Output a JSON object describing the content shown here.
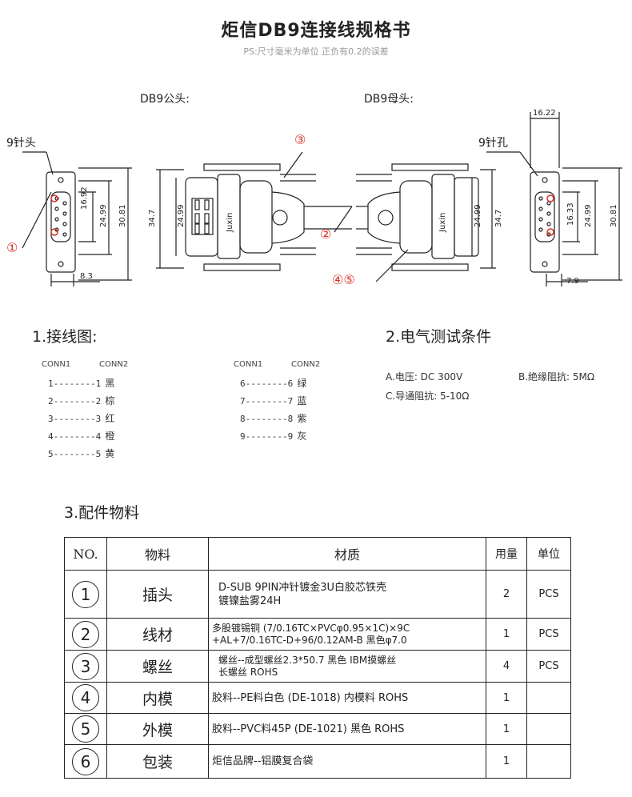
{
  "title": "炬信DB9连接线规格书",
  "subtitle": "PS:尺寸毫米为单位 正负有0.2的误差",
  "drawing": {
    "male_label": "DB9公头:",
    "female_label": "DB9母头:",
    "pin_label_left": "9针头",
    "pin_label_right": "9针孔",
    "brand_text": "Juxin",
    "dims_left": {
      "d1": "16.92",
      "d2": "24.99",
      "d3": "30.81",
      "d4": "8.3"
    },
    "dims_mid_left": {
      "d1": "34.7",
      "d2": "24.99"
    },
    "dims_mid_right": {
      "d1": "24.99",
      "d2": "34.7"
    },
    "dims_right": {
      "top": "16.22",
      "d1": "16.33",
      "d2": "24.99",
      "d3": "30.81",
      "d4": "7.9"
    },
    "callouts": {
      "c1": "①",
      "c2": "②",
      "c3": "③",
      "c45": "④⑤"
    }
  },
  "wiring": {
    "title": "1.接线图:",
    "conn1": "CONN1",
    "conn2": "CONN2",
    "left": [
      {
        "text": "1--------1",
        "color": "黑"
      },
      {
        "text": "2--------2",
        "color": "棕"
      },
      {
        "text": "3--------3",
        "color": "红"
      },
      {
        "text": "4--------4",
        "color": "橙"
      },
      {
        "text": "5--------5",
        "color": "黄"
      }
    ],
    "right": [
      {
        "text": "6--------6",
        "color": "绿"
      },
      {
        "text": "7--------7",
        "color": "蓝"
      },
      {
        "text": "8--------8",
        "color": "紫"
      },
      {
        "text": "9--------9",
        "color": "灰"
      }
    ]
  },
  "electrical": {
    "title": "2.电气测试条件",
    "a": "A.电压: DC 300V",
    "b": "B.绝缘阻抗: 5MΩ",
    "c": "C.导通阻抗: 5-10Ω"
  },
  "parts": {
    "title": "3.配件物料",
    "headers": {
      "no": "NO.",
      "name": "物料",
      "material": "材质",
      "qty": "用量",
      "unit": "单位"
    },
    "rows": [
      {
        "no": "1",
        "name": "插头",
        "m1": "D-SUB 9PIN冲针镀金3U白胶芯铁壳",
        "m2": "镀镍盐雾24H",
        "qty": "2",
        "unit": "PCS"
      },
      {
        "no": "2",
        "name": "线材",
        "m1": "多股镀锡铜 (7/0.16TC×PVCφ0.95×1C)×9C",
        "m2": "+AL+7/0.16TC-D+96/0.12AM-B 黑色φ7.0",
        "qty": "1",
        "unit": "PCS"
      },
      {
        "no": "3",
        "name": "螺丝",
        "m1": "螺丝--成型螺丝2.3*50.7 黑色 IBM摸螺丝",
        "m2": "长螺丝 ROHS",
        "qty": "4",
        "unit": "PCS"
      },
      {
        "no": "4",
        "name": "内模",
        "m1": "胶料--PE料白色 (DE-1018) 内模料 ROHS",
        "m2": "",
        "qty": "1",
        "unit": ""
      },
      {
        "no": "5",
        "name": "外模",
        "m1": "胶料--PVC料45P (DE-1021) 黑色 ROHS",
        "m2": "",
        "qty": "1",
        "unit": ""
      },
      {
        "no": "6",
        "name": "包装",
        "m1": "炬信品牌--铝膜复合袋",
        "m2": "",
        "qty": "1",
        "unit": ""
      }
    ]
  },
  "colors": {
    "callout": "#d93025",
    "line": "#222222"
  }
}
